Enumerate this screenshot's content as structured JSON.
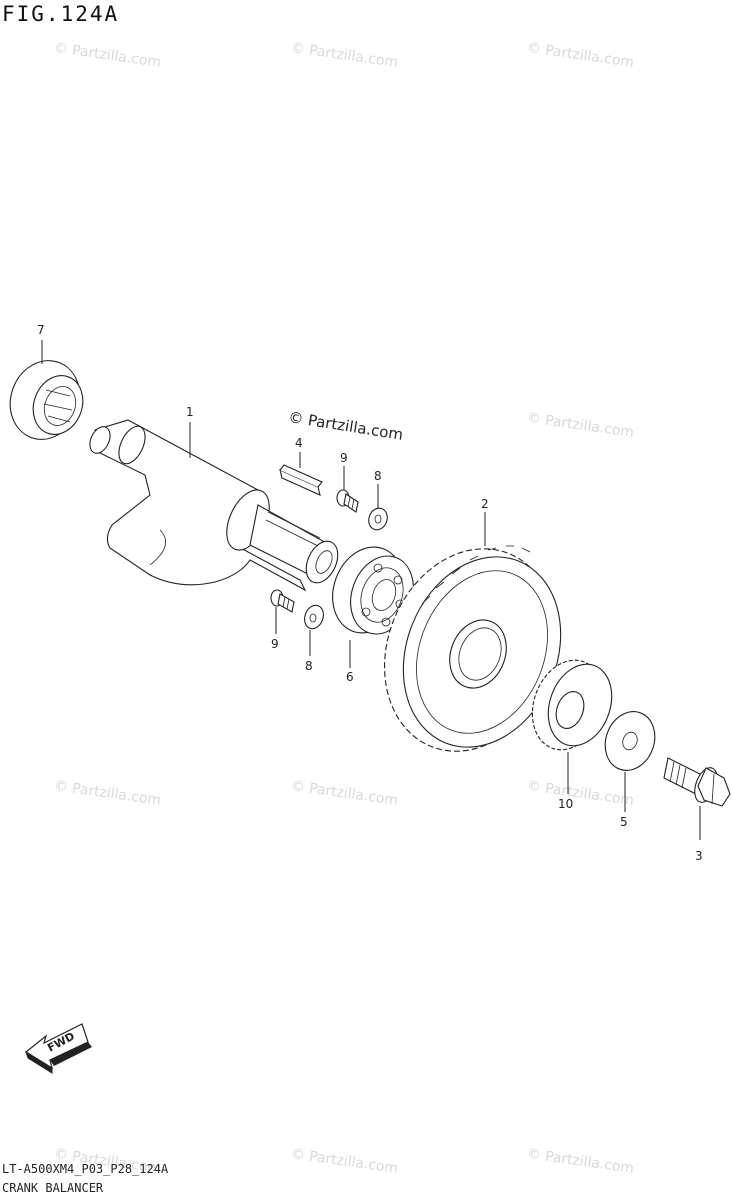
{
  "header": {
    "fig_title": "FIG.124A"
  },
  "footer": {
    "code": "LT-A500XM4_P03_P28_124A",
    "caption": "CRANK BALANCER"
  },
  "watermark": {
    "text": "© Partzilla.com"
  },
  "labels": {
    "p1": "1",
    "p2": "2",
    "p3": "3",
    "p4": "4",
    "p5": "5",
    "p6": "6",
    "p7": "7",
    "p8a": "8",
    "p8b": "8",
    "p9a": "9",
    "p9b": "9",
    "p10": "10"
  },
  "fwd": {
    "text": "FWD"
  }
}
